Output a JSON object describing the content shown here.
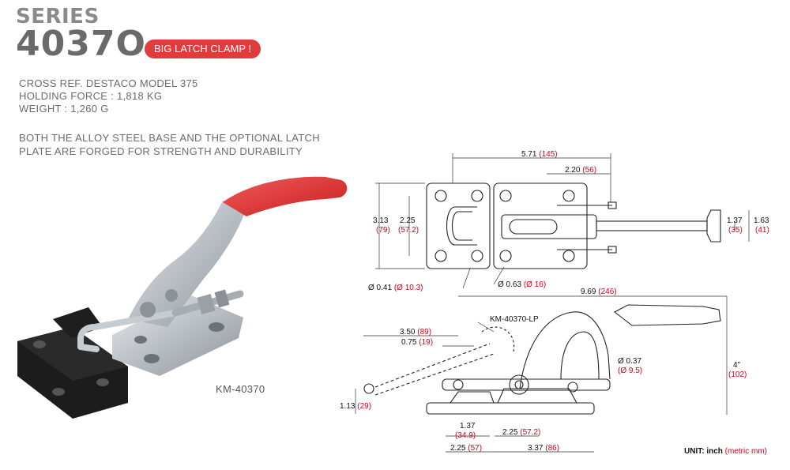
{
  "header": {
    "series_label": "SERIES",
    "model_number": "4037O",
    "badge": "BIG LATCH CLAMP !"
  },
  "specs": [
    "CROSS REF. DESTACO MODEL 375",
    "HOLDING FORCE : 1,818 KG",
    "WEIGHT : 1,260 G"
  ],
  "description": [
    "BOTH THE ALLOY STEEL BASE AND THE OPTIONAL LATCH",
    "PLATE ARE FORGED FOR STRENGTH AND DURABILITY"
  ],
  "photo_caption": "KM-40370",
  "colors": {
    "accent": "#e23b3b",
    "dim_red": "#d0021b"
  },
  "top_view": {
    "dim_5_71": "5.71",
    "dim_5_71_mm": "(145)",
    "dim_2_20": "2.20",
    "dim_2_20_mm": "(56)",
    "dim_3_13": "3.13",
    "dim_3_13_mm": "(79)",
    "dim_2_25": "2.25",
    "dim_2_25_mm": "(57.2)",
    "dim_1_37": "1.37",
    "dim_1_37_mm": "(35)",
    "dim_1_63": "1.63",
    "dim_1_63_mm": "(41)",
    "hole_041": "Ø 0.41",
    "hole_041_mm": "(Ø 10.3)",
    "hole_063": "Ø 0.63",
    "hole_063_mm": "(Ø 16)"
  },
  "side_view": {
    "dim_9_69": "9.69",
    "dim_9_69_mm": "(246)",
    "latch_plate": "KM-40370-LP",
    "dim_3_50": "3.50",
    "dim_3_50_mm": "(89)",
    "dim_0_75": "0.75",
    "dim_0_75_mm": "(19)",
    "dim_037": "Ø 0.37",
    "dim_037_mm": "(Ø 9.5)",
    "dim_4": "4\"",
    "dim_4_mm": "(102)",
    "dim_1_13": "1.13",
    "dim_1_13_mm": "(29)",
    "dim_1_37": "1.37",
    "dim_1_37_mm": "(34.9)",
    "dim_2_25a": "2.25",
    "dim_2_25a_mm": "(57.2)",
    "dim_2_25b": "2.25",
    "dim_2_25b_mm": "(57)",
    "dim_3_37": "3.37",
    "dim_3_37_mm": "(86)"
  },
  "unit_note": {
    "label": "UNIT: inch",
    "metric": "(metric mm)"
  }
}
